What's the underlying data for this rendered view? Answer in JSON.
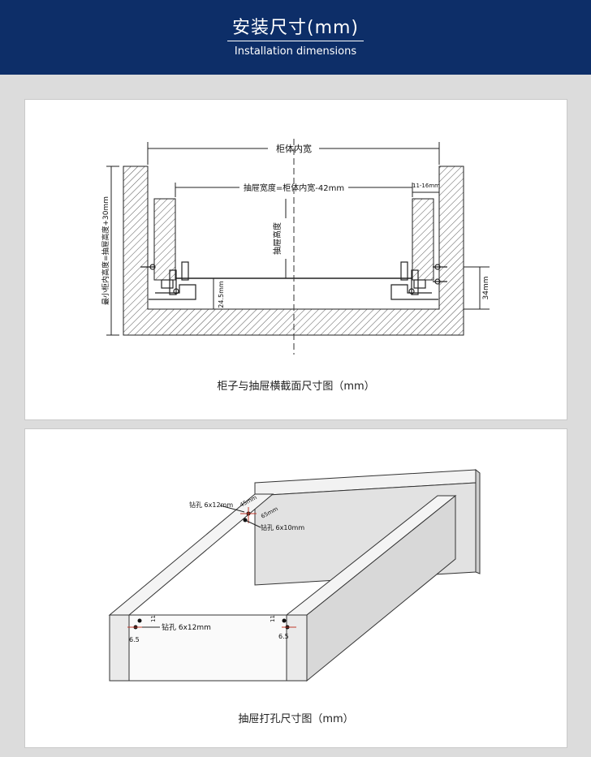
{
  "header": {
    "title": "安装尺寸(mm)",
    "subtitle": "Installation dimensions"
  },
  "section1": {
    "label_cabinet_inner_width": "柜体内宽",
    "label_drawer_width": "抽屉宽度=柜体内宽-42mm",
    "label_gap": "11-16mm",
    "label_drawer_height": "抽屉高度",
    "label_min_inner_height": "最小柜内高度=抽屉高度+30mm",
    "label_24_5": "24.5mm",
    "label_34": "34mm",
    "caption": "柜子与抽屉横截面尺寸图（mm）"
  },
  "section2": {
    "label_drill_6x12_top": "钻孔 6x12mm",
    "label_drill_6x10": "钻孔 6x10mm",
    "label_45": "45mm",
    "label_65": "65mm",
    "label_11_left": "11",
    "label_6_5_left": "6.5",
    "label_drill_6x12_front": "钻孔 6x12mm",
    "label_11_right": "11",
    "label_6_5_right": "6.5",
    "caption": "抽屉打孔尺寸图（mm）"
  }
}
